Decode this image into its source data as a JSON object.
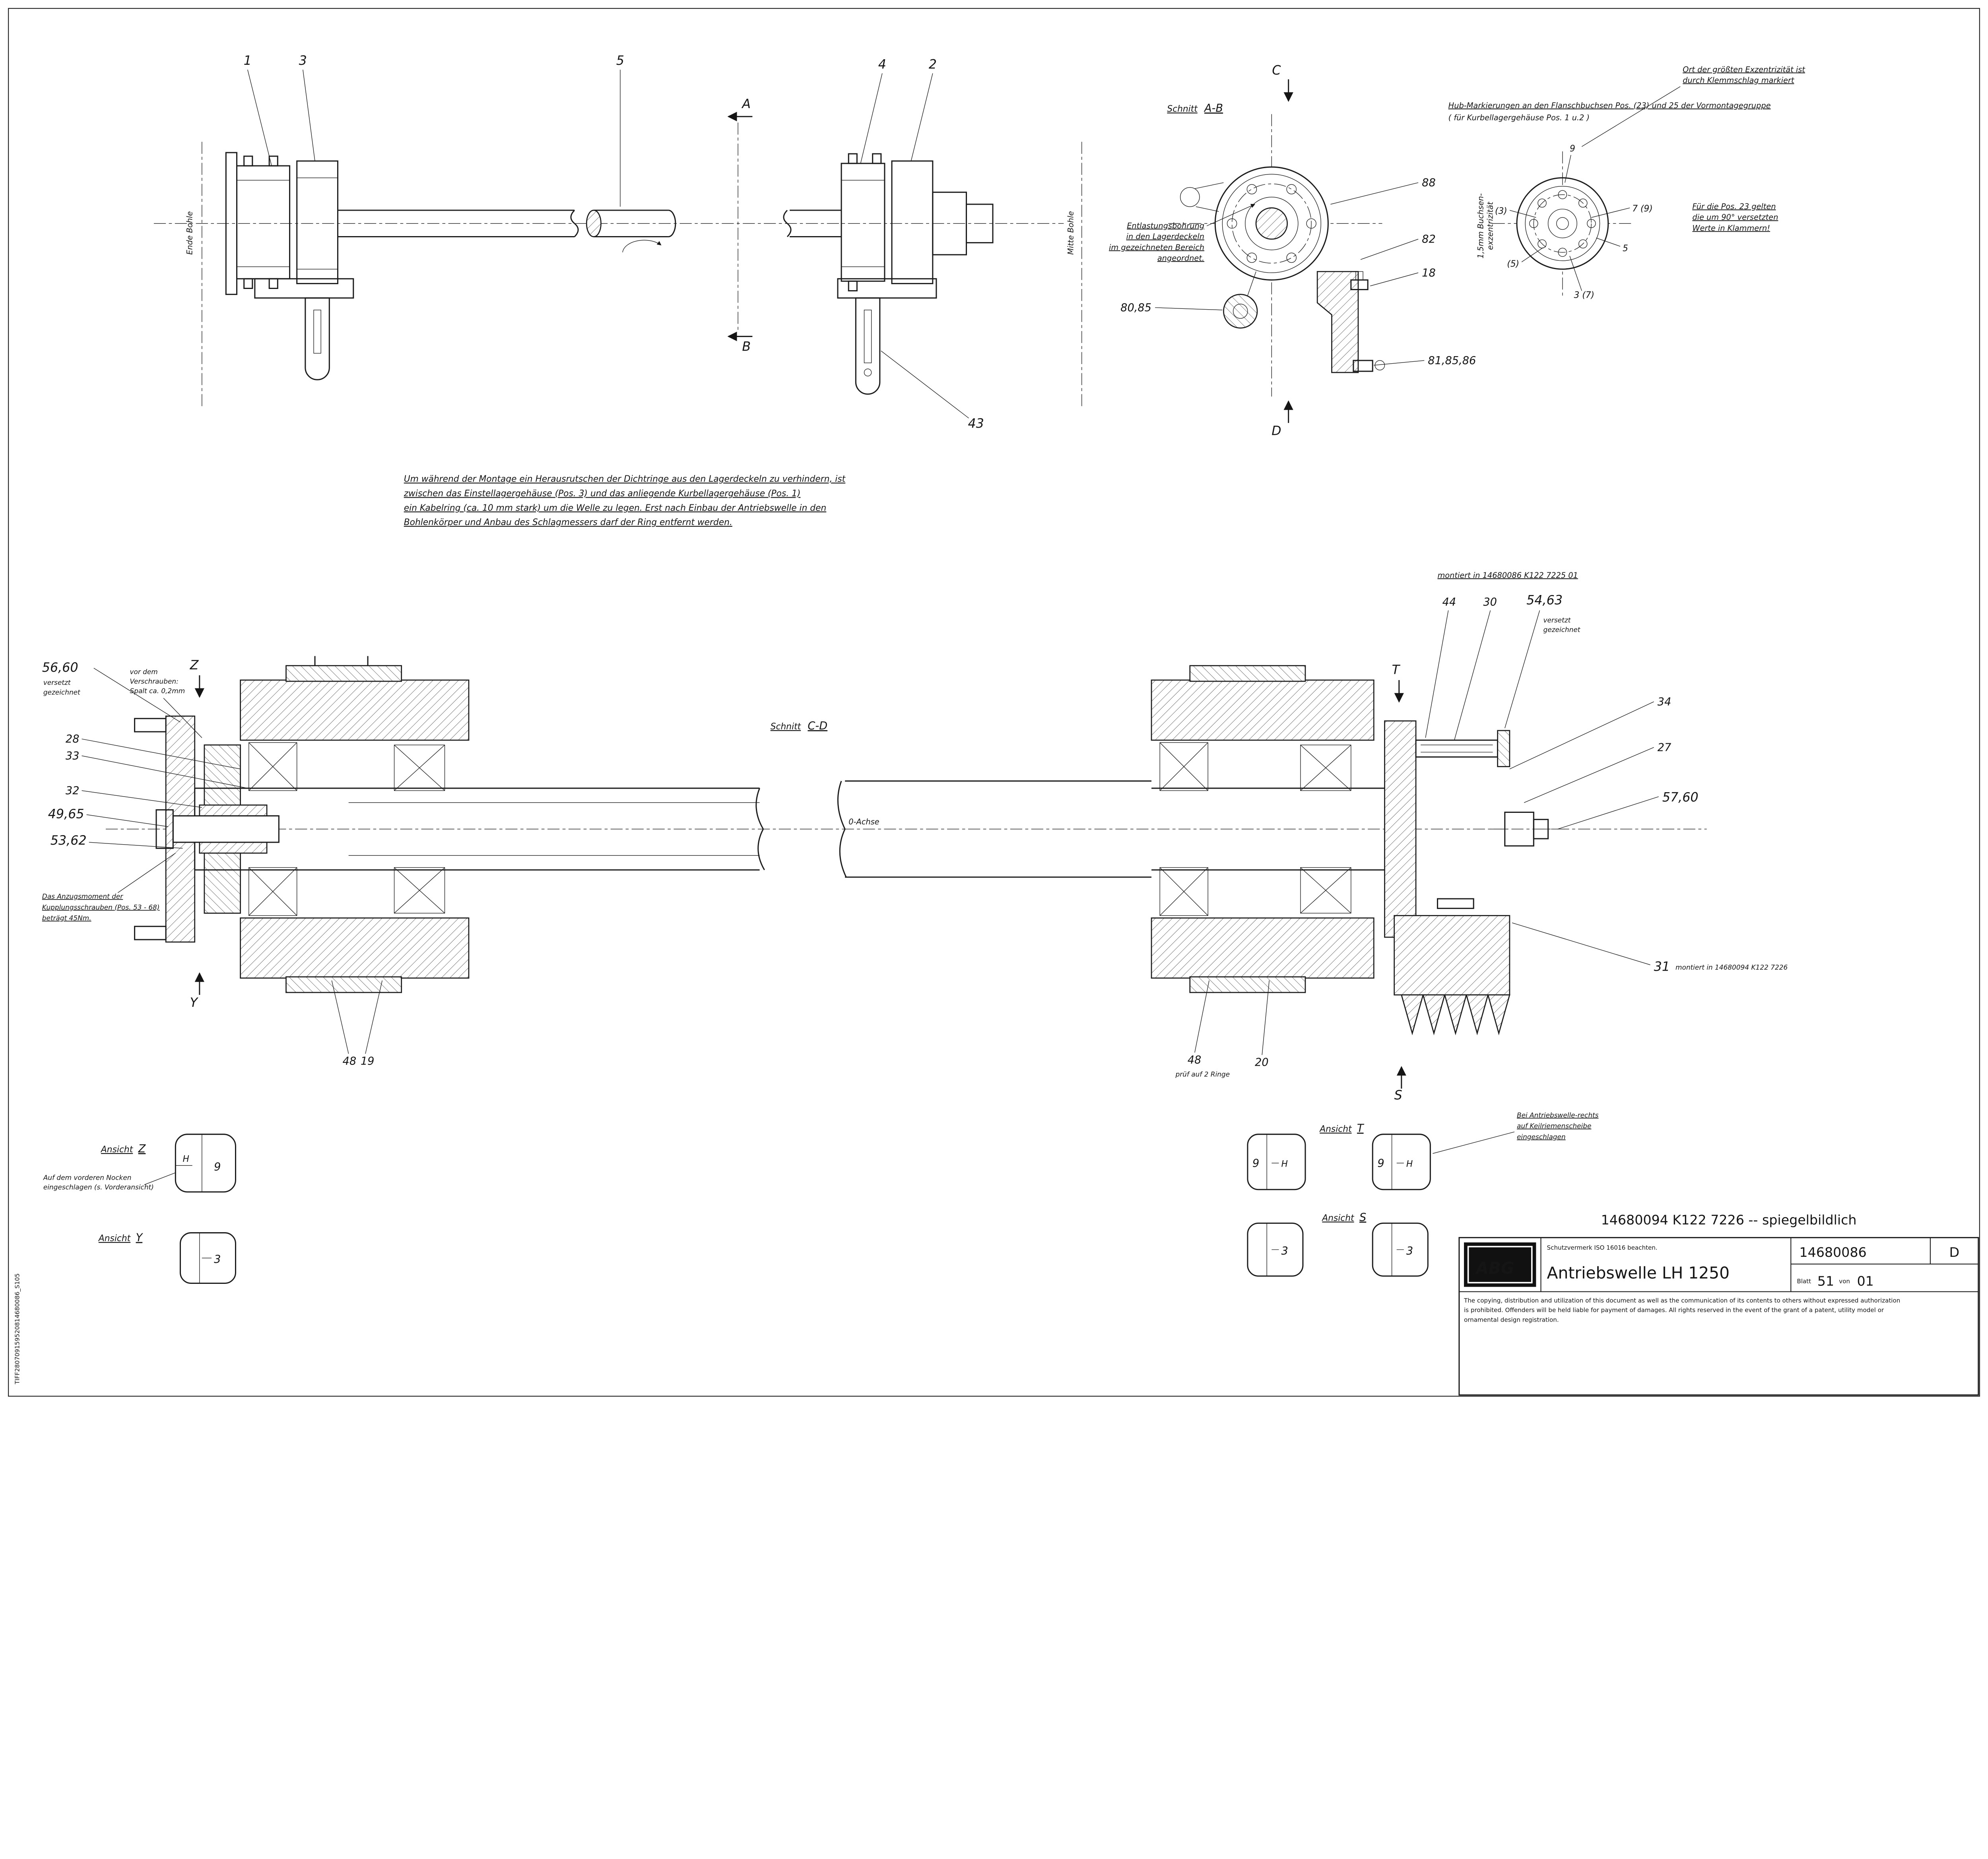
{
  "frame": {
    "edge_code": "TIFF280709159520814680086_S105"
  },
  "shaft_view": {
    "ende_bohle": "Ende Bohle",
    "mitte_bohle": "Mitte Bohle",
    "arrow_a": "A",
    "arrow_b": "B",
    "callouts": {
      "c1": "1",
      "c3": "3",
      "c5": "5",
      "c4": "4",
      "c2": "2",
      "c43": "43"
    }
  },
  "section_ab": {
    "title_word": "Schnitt",
    "title_ref": "A-B",
    "arrow_c": "C",
    "arrow_d": "D",
    "note": [
      "Entlastungsbohrung",
      "in den Lagerdeckeln",
      "im gezeichneten Bereich",
      "angeordnet."
    ],
    "callouts": {
      "c88": "88",
      "c82": "82",
      "c18": "18",
      "c80_85": "80,85",
      "c81_85_86": "81,85,86"
    }
  },
  "flange_view": {
    "hub_note_1": "Hub-Markierungen an den Flanschbuchsen  Pos. (23) und 25  der Vormontagegruppe",
    "hub_note_2": "( für Kurbellagergehäuse Pos. 1 u.2 )",
    "ecc_note": [
      "Ort der größten Exzentrizität ist",
      "durch Klemmschlag markiert"
    ],
    "bracket_note": [
      "Für die Pos. 23 gelten",
      "die um 90° versetzten",
      "Werte in Klammern!"
    ],
    "ecc_axis": [
      "1,5mm Buchsen-",
      "exzentrizität"
    ],
    "callouts": {
      "c9": "9",
      "c3p": "(3)",
      "c7_9": "7 (9)",
      "c5": "5",
      "c5p": "(5)",
      "c3_7": "3 (7)"
    }
  },
  "assembly_note": [
    "Um während der Montage ein Herausrutschen der Dichtringe aus den Lagerdeckeln zu verhindern, ist",
    "zwischen das Einstellagergehäuse (Pos. 3) und das anliegende Kurbellagergehäuse (Pos. 1)",
    "ein Kabelring (ca. 10 mm stark) um die Welle zu legen. Erst nach Einbau der Antriebswelle in den",
    "Bohlenkörper und Anbau des Schlagmessers darf der     Ring     entfernt werden."
  ],
  "section_cd": {
    "title_word": "Schnitt",
    "title_ref": "C-D",
    "axis_label": "0-Achse",
    "left": {
      "c56_60": "56,60",
      "versetzt": [
        "versetzt",
        "gezeichnet"
      ],
      "spalt_note": [
        "vor dem",
        "Verschrauben:",
        "Spalt ca. 0,2mm"
      ],
      "arrow_z": "Z",
      "c28": "28",
      "c33": "33",
      "c32": "32",
      "c49_65": "49,65",
      "c53_62": "53,62",
      "torque_note": [
        "Das  Anzugsmoment der",
        "Kupplungsschrauben (Pos. 53 - 68)",
        "beträgt 45Nm."
      ],
      "arrow_y": "Y",
      "c48": "48",
      "c19": "19"
    },
    "right": {
      "mounted_note": "montiert in 14680086 K122 7225 01",
      "c44": "44",
      "c30": "30",
      "c54_63": "54,63",
      "versetzt": [
        "versetzt",
        "gezeichnet"
      ],
      "arrow_t": "T",
      "c34": "34",
      "c27": "27",
      "c57_60": "57,60",
      "c31": "31",
      "mounted_note_31": "montiert in 14680094 K122 7226",
      "c48": "48",
      "rings_note": "prüf auf 2 Ringe",
      "c20": "20",
      "arrow_s": "S"
    }
  },
  "detail_views": {
    "ansicht": "Ansicht",
    "z": {
      "ref": "Z",
      "note": [
        "Auf dem vorderen Nocken",
        "eingeschlagen (s. Vorderansicht)"
      ],
      "h": "H",
      "n": "9"
    },
    "y": {
      "ref": "Y",
      "n": "3"
    },
    "t": {
      "ref": "T",
      "left_n": "9",
      "left_h": "H",
      "right_n": "9",
      "right_h": "H",
      "note": [
        "Bei  Antriebswelle-rechts",
        "auf Keilriemenscheibe",
        "eingeschlagen"
      ]
    },
    "s": {
      "ref": "S",
      "left_n": "3",
      "right_n": "3"
    }
  },
  "footer": {
    "mirror_note": "14680094 K122 7226  --  spiegelbildlich",
    "logo": "ABG",
    "protection_note": "Schutzvermerk ISO 16016 beachten.",
    "drawing_title": "Antriebswelle LH 1250",
    "doc_number": "14680086",
    "revision": "D",
    "sheet_label": "Blatt",
    "sheet_number": "51",
    "of_label": "von",
    "sheet_total": "01",
    "copyright": [
      "The copying, distribution and utilization of this document as well as the communication of its contents to others without expressed authorization",
      "is prohibited. Offenders will be held liable for payment of damages. All rights reserved in the event of the grant of a patent, utility model or",
      "ornamental design registration."
    ]
  }
}
